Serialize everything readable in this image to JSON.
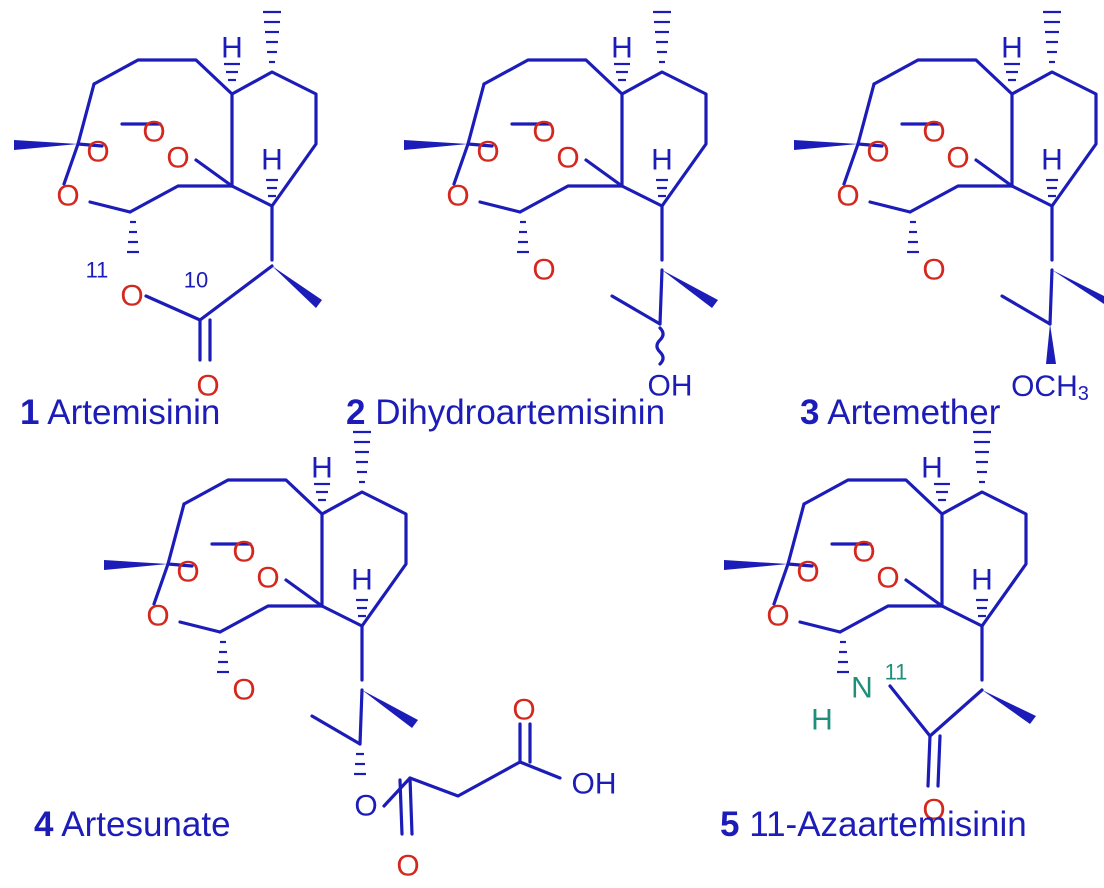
{
  "atoms": {
    "H": "H",
    "O": "O",
    "N": "N",
    "OH": "OH",
    "OC": "OC",
    "H3": "H",
    "sub3": "3"
  },
  "numbering": {
    "n11": "11",
    "n10": "10"
  },
  "compounds": [
    {
      "number": "1",
      "name": "Artemisinin"
    },
    {
      "number": "2",
      "name": "Dihydroartemisinin"
    },
    {
      "number": "3",
      "name": "Artemether"
    },
    {
      "number": "4",
      "name": "Artesunate"
    },
    {
      "number": "5",
      "name": "11-Azaartemisinin"
    }
  ],
  "colors": {
    "bonds": "#1c1cb8",
    "oxygen": "#d4281e",
    "nitrogen": "#1f8f7a"
  }
}
